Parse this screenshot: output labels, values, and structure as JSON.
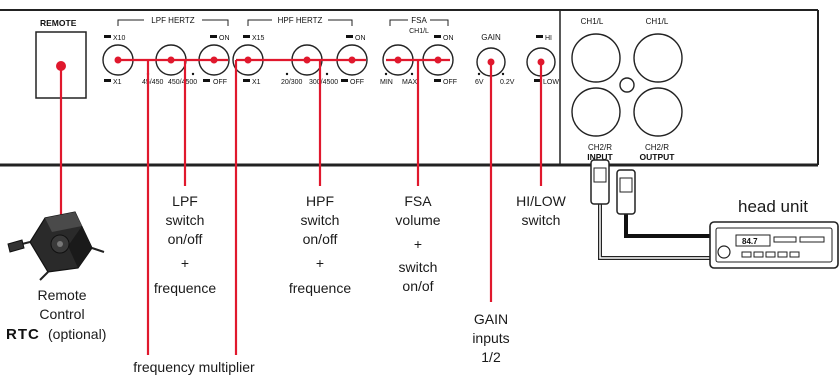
{
  "panel": {
    "remote_label": "REMOTE",
    "lpf_group": "LPF HERTZ",
    "lpf_x10": "X10",
    "lpf_x1": "X1",
    "lpf_ticks": [
      "45/450",
      "450/4500"
    ],
    "lpf_on": "ON",
    "lpf_off": "OFF",
    "hpf_group": "HPF HERTZ",
    "hpf_x15": "X15",
    "hpf_x1": "X1",
    "hpf_ticks": [
      "20/300",
      "300/4500"
    ],
    "hpf_on": "ON",
    "hpf_off": "OFF",
    "fsa_group": "FSA",
    "fsa_sub": "CH1/L",
    "fsa_ticks": [
      "MIN",
      "MAX"
    ],
    "fsa_on": "ON",
    "fsa_off": "OFF",
    "gain_label": "GAIN",
    "gain_ticks": [
      "6V",
      "0.2V"
    ],
    "hi_label": "HI",
    "low_label": "LOW",
    "ch1_left": "CH1/L",
    "ch1_right": "CH1/L",
    "ch2_left": "CH2/R",
    "ch2_right": "CH2/R",
    "input_label": "INPUT",
    "output_label": "OUTPUT"
  },
  "callouts": {
    "lpf": [
      "LPF",
      "switch",
      "on/off",
      "+",
      "frequence"
    ],
    "hpf": [
      "HPF",
      "switch",
      "on/off",
      "+",
      "frequence"
    ],
    "fsa": [
      "FSA",
      "volume",
      "+",
      "switch",
      "on/of"
    ],
    "hilow": [
      "HI/LOW",
      "switch"
    ],
    "gain": [
      "GAIN",
      "inputs",
      "1/2"
    ],
    "freq_mult": "frequency multiplier",
    "remote": [
      "Remote",
      "Control"
    ],
    "rtc_logo": "RTC",
    "rtc_optional": "(optional)",
    "head_unit": "head unit",
    "radio_display": "84.7"
  },
  "colors": {
    "accent": "#e0182d",
    "panel_line": "#222222"
  }
}
